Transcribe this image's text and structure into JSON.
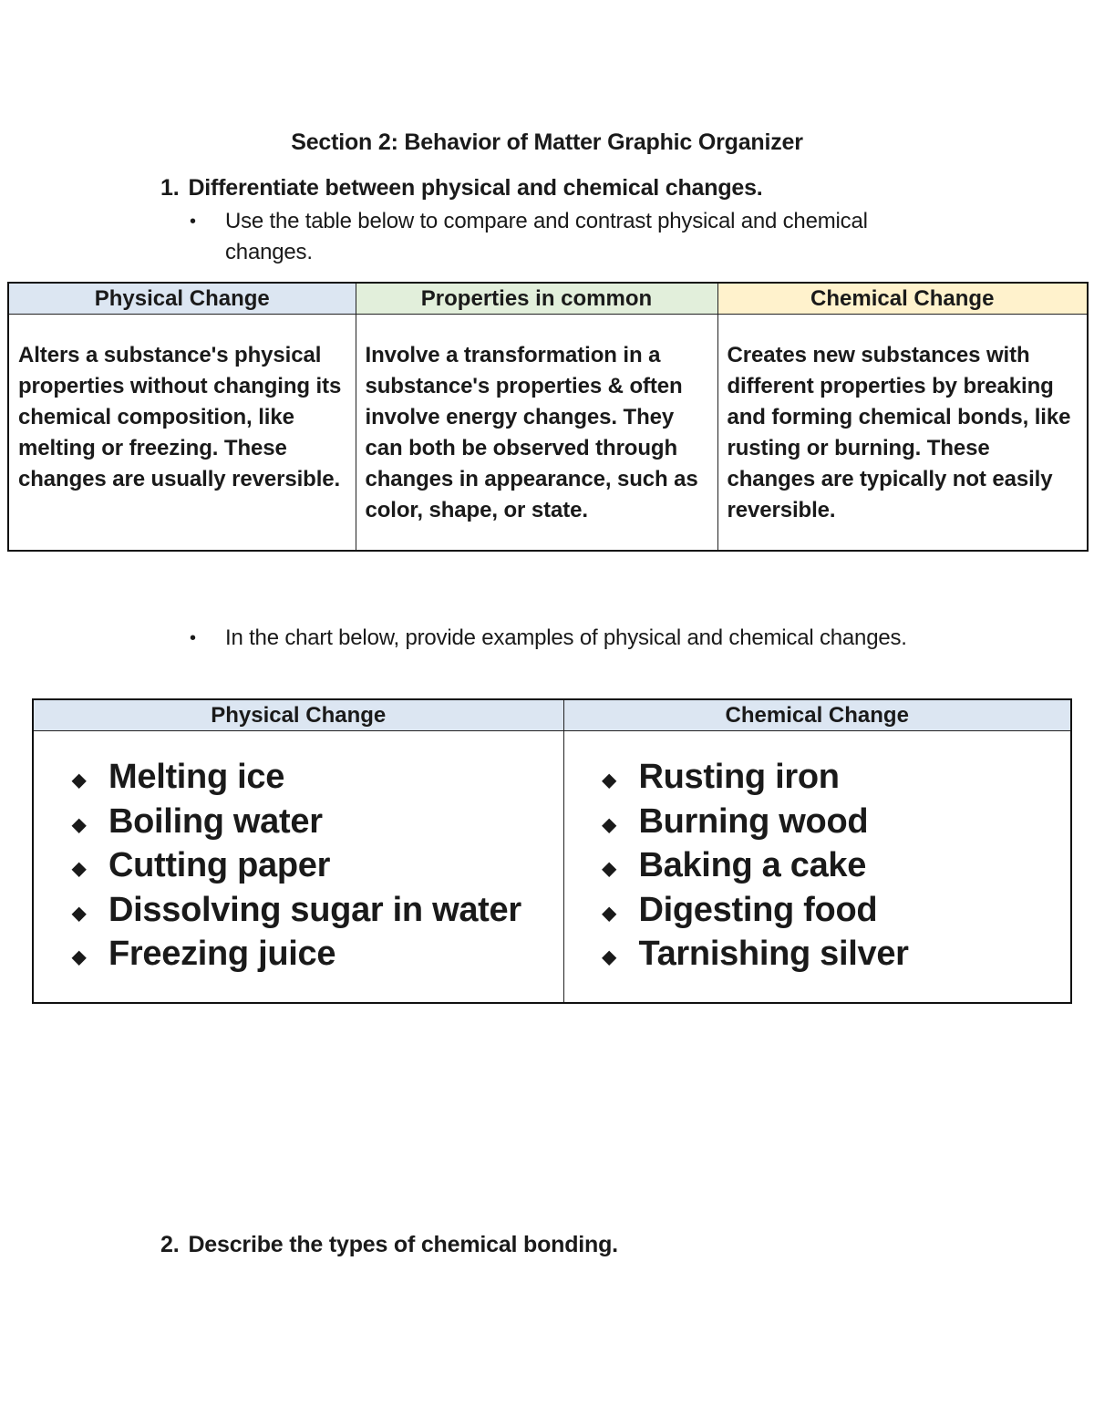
{
  "document": {
    "title": "Section 2: Behavior of Matter Graphic Organizer",
    "question1": {
      "number": "1.",
      "text": "Differentiate between physical and chemical changes."
    },
    "bullet1": {
      "icon": "bullet-dot",
      "symbol": "•",
      "text": "Use the table below to compare and contrast physical and chemical changes."
    },
    "compare_table": {
      "headers": [
        "Physical Change",
        "Properties in common",
        "Chemical Change"
      ],
      "header_colors": [
        "#dce6f2",
        "#e2efdb",
        "#fff2cc"
      ],
      "cells": [
        "Alters a substance's physical properties without changing its chemical composition, like melting or freezing. These changes are usually reversible.",
        "Involve a transformation in a substance's properties & often involve energy changes. They can both be observed through changes in appearance, such as color, shape, or state.",
        "Creates new substances with different properties by breaking and forming chemical bonds, like rusting or burning. These changes are typically not easily reversible."
      ]
    },
    "bullet2": {
      "icon": "bullet-dot",
      "symbol": "•",
      "text": "In the chart below, provide examples of physical and chemical changes."
    },
    "examples_table": {
      "headers": [
        "Physical Change",
        "Chemical Change"
      ],
      "header_color": "#dce6f2",
      "bullet_icon": "diamond-bullet",
      "bullet_symbol": "◆",
      "physical": [
        "Melting ice",
        "Boiling water",
        "Cutting paper",
        "Dissolving sugar in water",
        "Freezing juice"
      ],
      "chemical": [
        "Rusting iron",
        "Burning wood",
        "Baking a cake",
        "Digesting food",
        "Tarnishing silver"
      ]
    },
    "question2": {
      "number": "2.",
      "text": "Describe the types of chemical bonding."
    }
  }
}
